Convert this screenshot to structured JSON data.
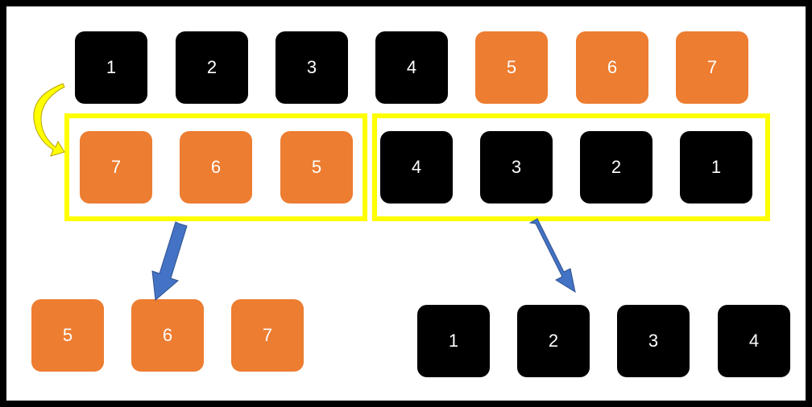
{
  "colors": {
    "dark": "#000000",
    "accent": "#ed7d31",
    "highlight": "#ffff00",
    "arrow": "#4472c4",
    "text": "#ffffff"
  },
  "row1": {
    "items": [
      {
        "label": "1",
        "color": "dark"
      },
      {
        "label": "2",
        "color": "dark"
      },
      {
        "label": "3",
        "color": "dark"
      },
      {
        "label": "4",
        "color": "dark"
      },
      {
        "label": "5",
        "color": "accent"
      },
      {
        "label": "6",
        "color": "accent"
      },
      {
        "label": "7",
        "color": "accent"
      }
    ]
  },
  "row2": {
    "left_group": [
      {
        "label": "7",
        "color": "accent"
      },
      {
        "label": "6",
        "color": "accent"
      },
      {
        "label": "5",
        "color": "accent"
      }
    ],
    "right_group": [
      {
        "label": "4",
        "color": "dark"
      },
      {
        "label": "3",
        "color": "dark"
      },
      {
        "label": "2",
        "color": "dark"
      },
      {
        "label": "1",
        "color": "dark"
      }
    ]
  },
  "row3": {
    "left_group": [
      {
        "label": "5",
        "color": "accent"
      },
      {
        "label": "6",
        "color": "accent"
      },
      {
        "label": "7",
        "color": "accent"
      }
    ],
    "right_group": [
      {
        "label": "1",
        "color": "dark"
      },
      {
        "label": "2",
        "color": "dark"
      },
      {
        "label": "3",
        "color": "dark"
      },
      {
        "label": "4",
        "color": "dark"
      }
    ]
  },
  "connectors": [
    {
      "name": "curved-arrow-icon",
      "shape": "curved-arrow",
      "color": "highlight"
    },
    {
      "name": "left-down-arrow-icon",
      "shape": "block-arrow",
      "color": "arrow"
    },
    {
      "name": "right-down-arrow-icon",
      "shape": "block-arrow",
      "color": "arrow"
    }
  ]
}
